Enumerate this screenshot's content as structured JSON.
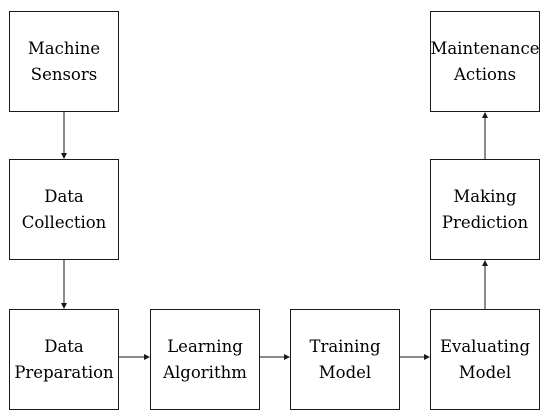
{
  "nodes": {
    "machine_sensors": {
      "line1": "Machine",
      "line2": "Sensors"
    },
    "data_collection": {
      "line1": "Data",
      "line2": "Collection"
    },
    "data_preparation": {
      "line1": "Data",
      "line2": "Preparation"
    },
    "learning_algorithm": {
      "line1": "Learning",
      "line2": "Algorithm"
    },
    "training_model": {
      "line1": "Training",
      "line2": "Model"
    },
    "evaluating_model": {
      "line1": "Evaluating",
      "line2": "Model"
    },
    "making_prediction": {
      "line1": "Making",
      "line2": "Prediction"
    },
    "maintenance_actions": {
      "line1": "Maintenance",
      "line2": "Actions"
    }
  },
  "edges": [
    {
      "from": "machine_sensors",
      "to": "data_collection"
    },
    {
      "from": "data_collection",
      "to": "data_preparation"
    },
    {
      "from": "data_preparation",
      "to": "learning_algorithm"
    },
    {
      "from": "learning_algorithm",
      "to": "training_model"
    },
    {
      "from": "training_model",
      "to": "evaluating_model"
    },
    {
      "from": "evaluating_model",
      "to": "making_prediction"
    },
    {
      "from": "making_prediction",
      "to": "maintenance_actions"
    }
  ],
  "colors": {
    "stroke": "#1a1a1a",
    "fill": "#ffffff",
    "text": "#000000"
  }
}
